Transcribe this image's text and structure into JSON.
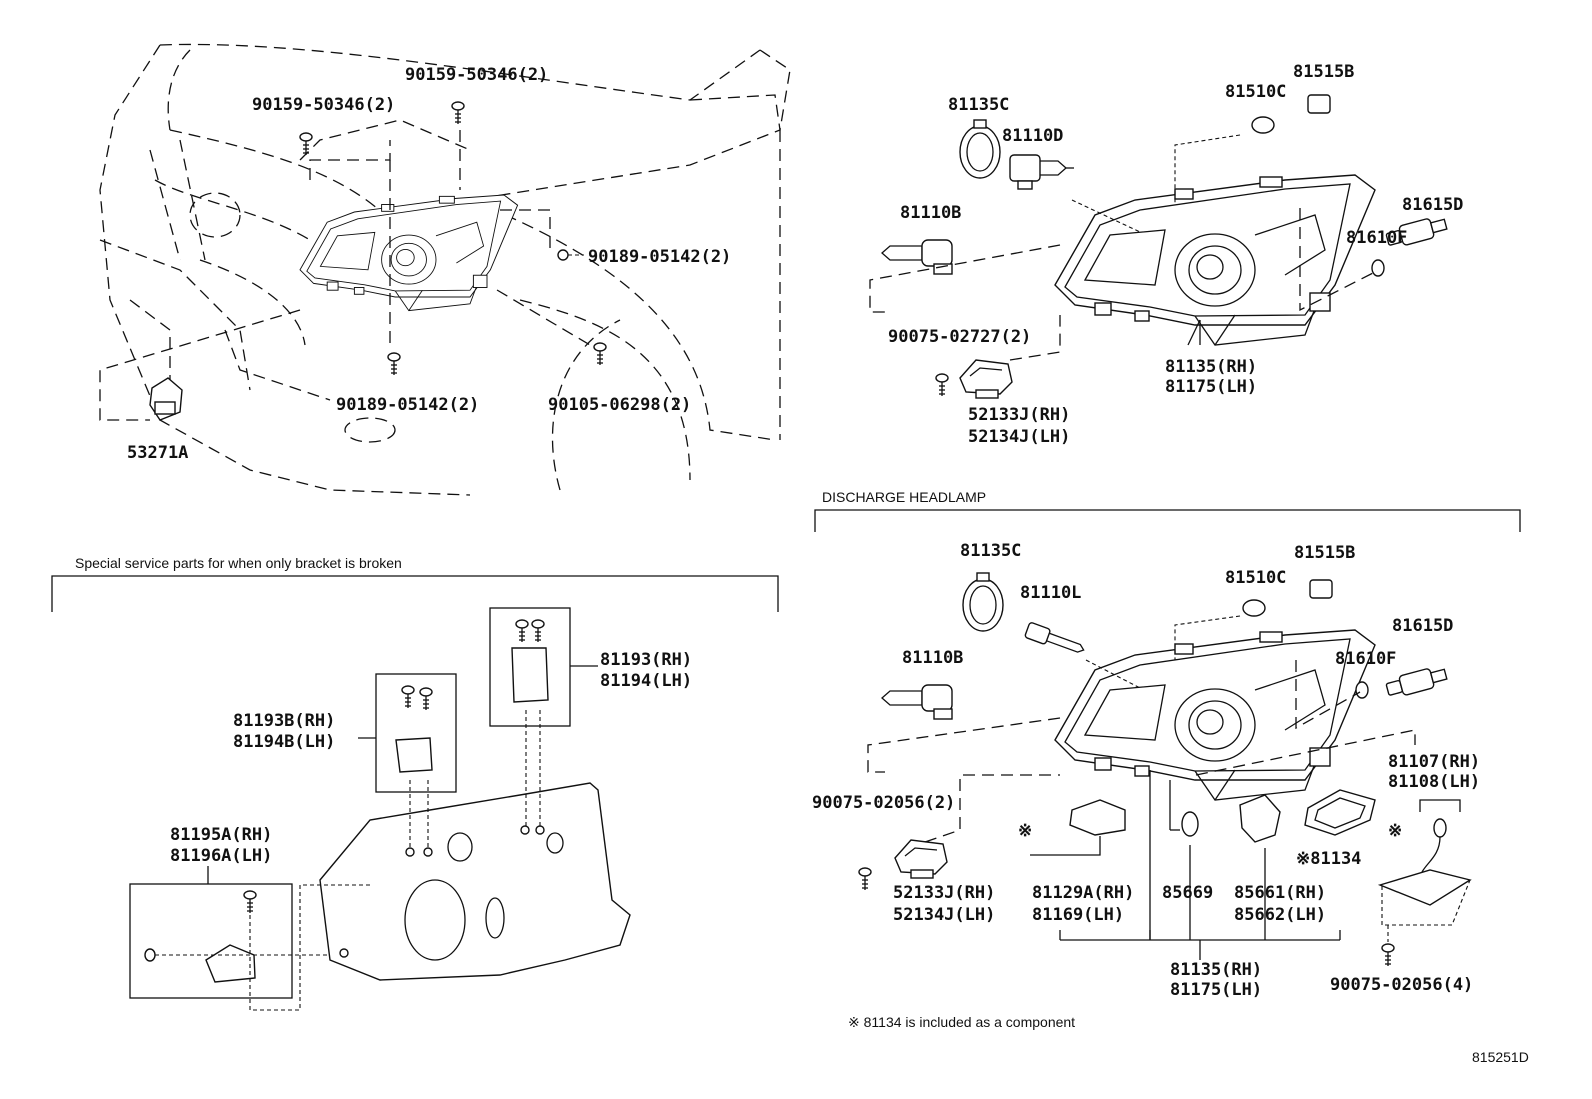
{
  "sections": {
    "bracket_title": "Special service parts for when only bracket is broken",
    "discharge_title": "DISCHARGE HEADLAMP"
  },
  "footnote": "※ 81134 is included as a component",
  "figure_id": "815251D",
  "labels": {
    "tl": [
      "90159-50346(2)",
      "90159-50346(2)",
      "90189-05142(2)",
      "90189-05142(2)",
      "90105-06298(2)",
      "53271A"
    ],
    "tr": [
      "81135C",
      "81110D",
      "81510C",
      "81515B",
      "81110B",
      "81615D",
      "81610F",
      "90075-02727(2)",
      "81135(RH)",
      "81175(LH)",
      "52133J(RH)",
      "52134J(LH)"
    ],
    "bl": [
      "81193(RH)",
      "81194(LH)",
      "81193B(RH)",
      "81194B(LH)",
      "81195A(RH)",
      "81196A(LH)"
    ],
    "br": [
      "81135C",
      "81110L",
      "81510C",
      "81515B",
      "81110B",
      "81615D",
      "81610F",
      "81107(RH)",
      "81108(LH)",
      "90075-02056(2)",
      "※",
      "※",
      "※81134",
      "52133J(RH)",
      "52134J(LH)",
      "81129A(RH)",
      "81169(LH)",
      "85669",
      "85661(RH)",
      "85662(LH)",
      "81135(RH)",
      "81175(LH)",
      "90075-02056(4)"
    ]
  }
}
